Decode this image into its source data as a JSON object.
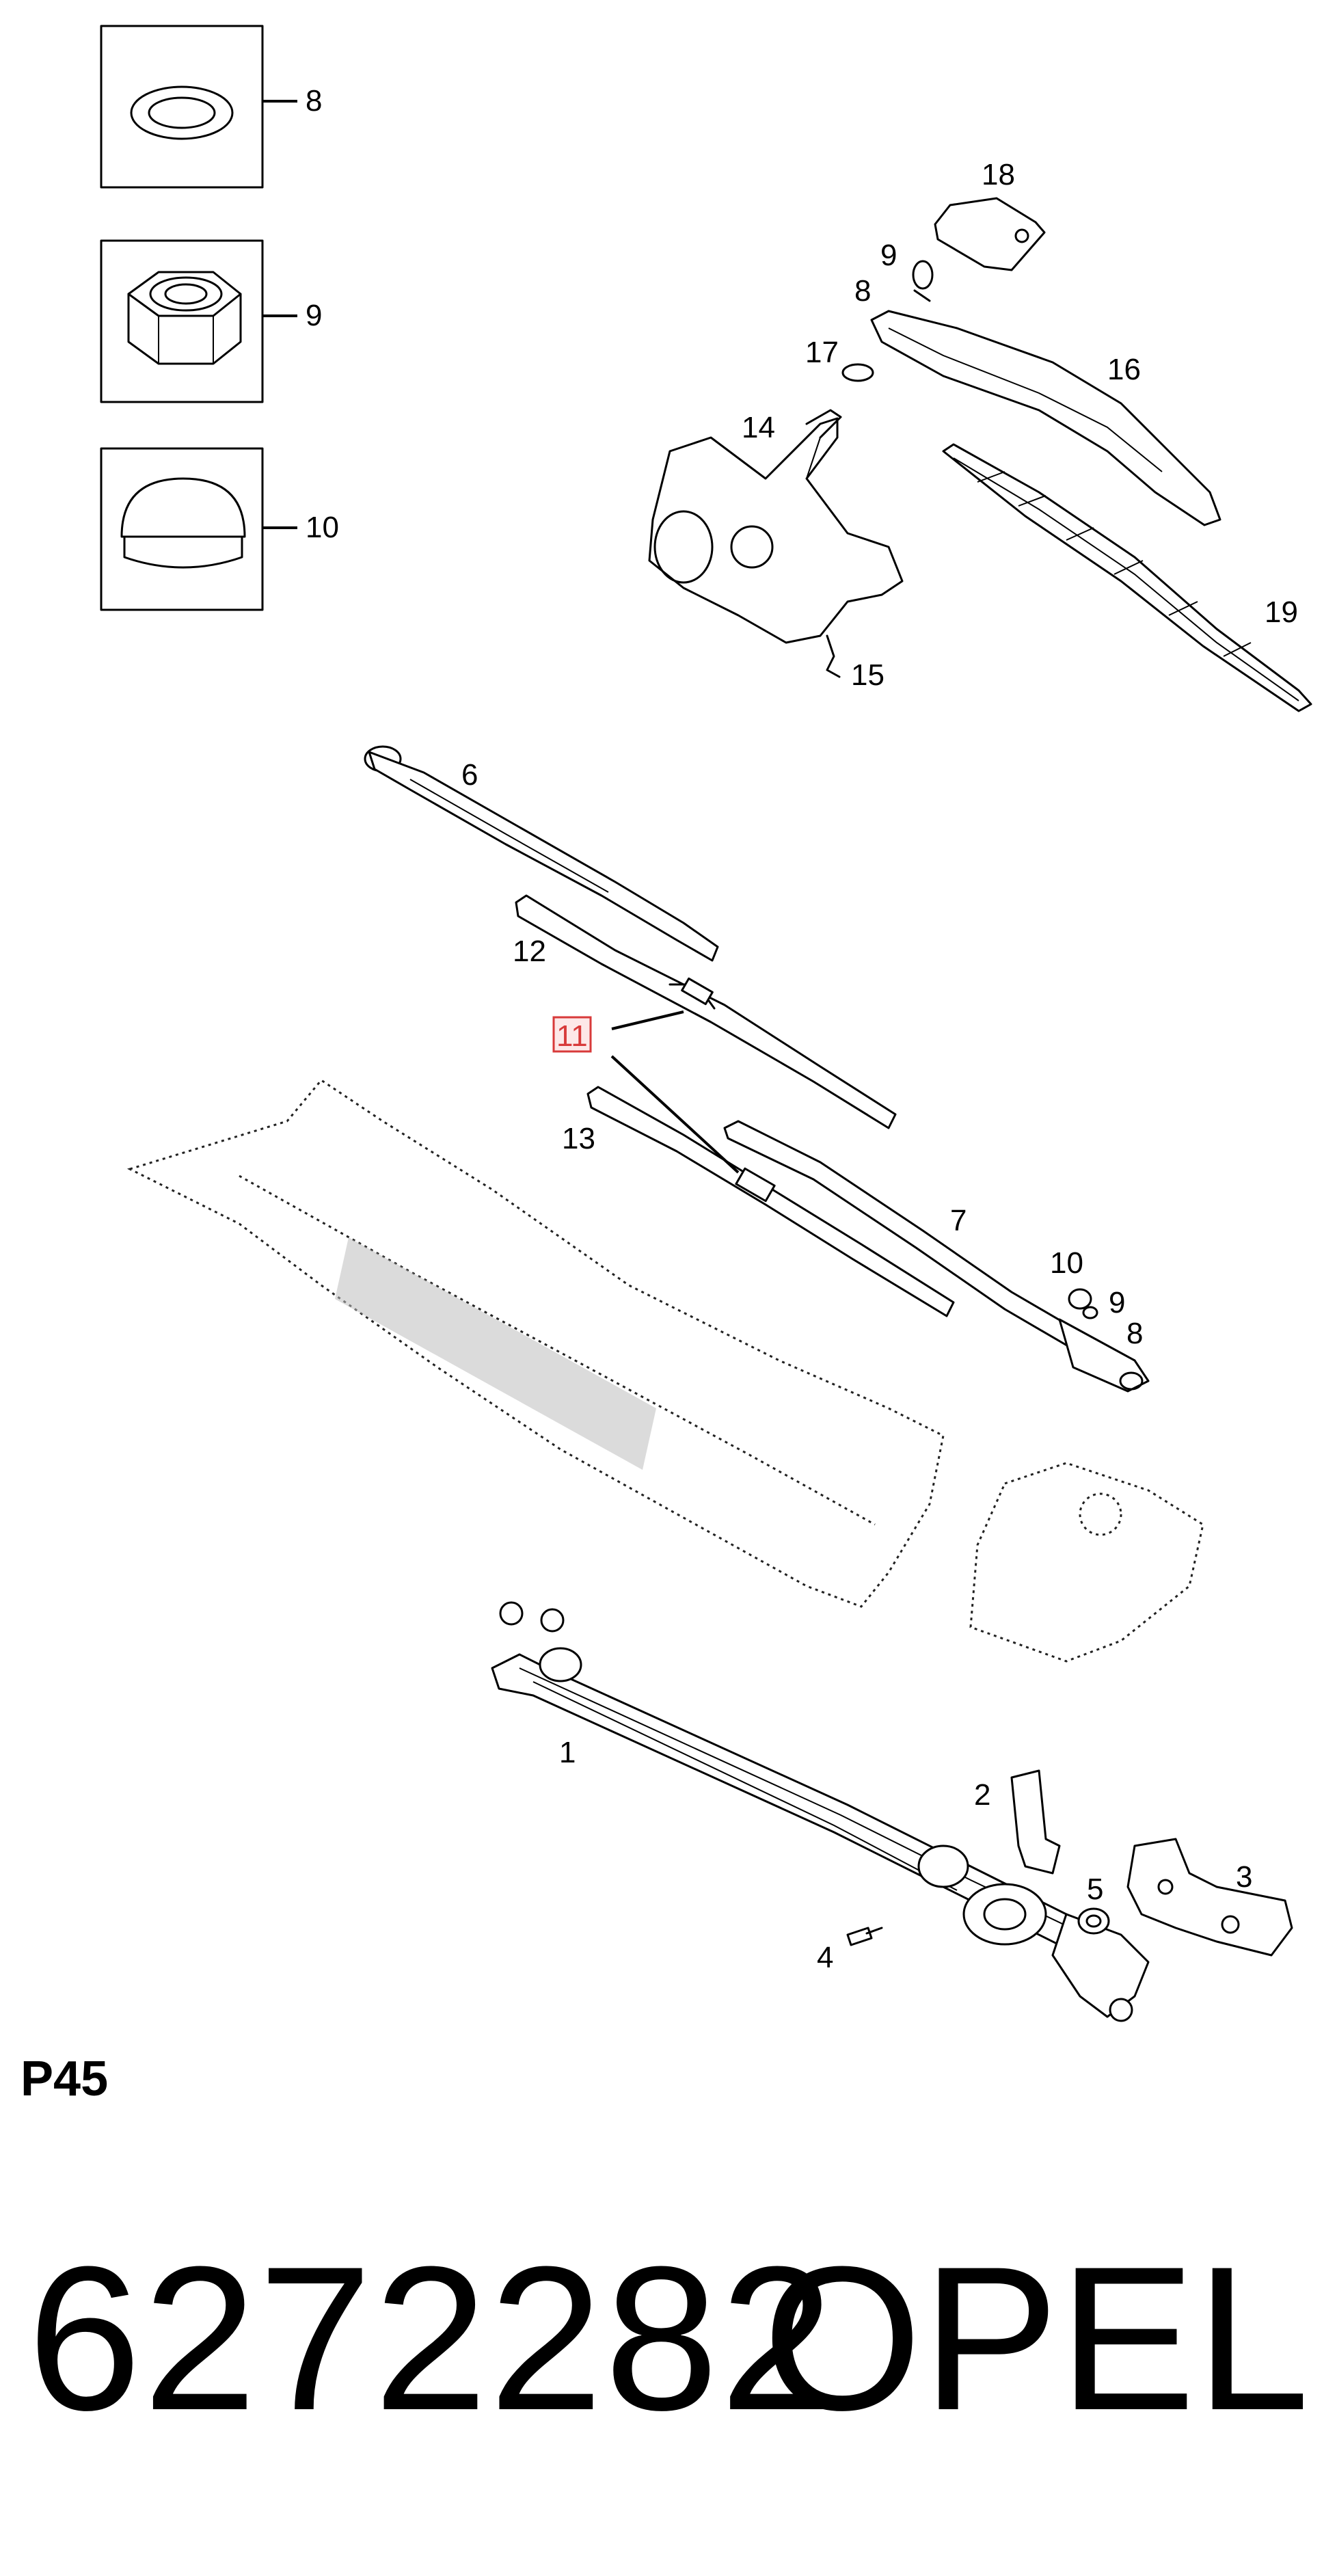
{
  "callouts": {
    "c1": "1",
    "c2": "2",
    "c3": "3",
    "c4": "4",
    "c5": "5",
    "c6": "6",
    "c7": "7",
    "c8a": "8",
    "c8b": "8",
    "c8c": "8",
    "c9a": "9",
    "c9b": "9",
    "c9c": "9",
    "c10a": "10",
    "c10b": "10",
    "c11": "11",
    "c12": "12",
    "c13": "13",
    "c14": "14",
    "c15": "15",
    "c16": "16",
    "c17": "17",
    "c18": "18",
    "c19": "19"
  },
  "highlight_color": "#d83a3a",
  "page_code": "P45",
  "part_number": "6272282",
  "brand": "OPEL"
}
